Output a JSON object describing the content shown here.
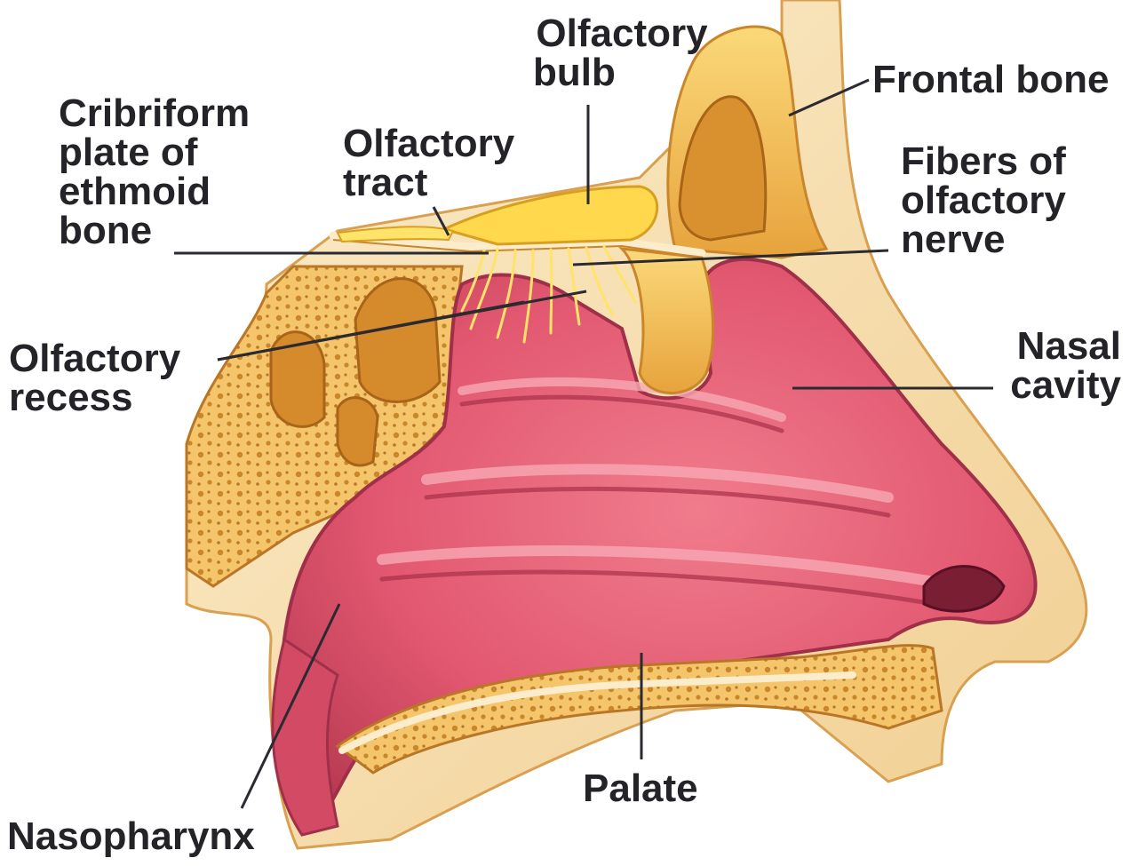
{
  "title": "",
  "labels": {
    "olfactory_bulb": [
      "Olfactory",
      "bulb"
    ],
    "frontal_bone": [
      "Frontal bone"
    ],
    "cribriform_plate": [
      "Cribriform",
      "plate of",
      "ethmoid",
      "bone"
    ],
    "olfactory_tract": [
      "Olfactory",
      "tract"
    ],
    "fibers_olfactory_nerve": [
      "Fibers of",
      "olfactory",
      "nerve"
    ],
    "olfactory_recess": [
      "Olfactory",
      "recess"
    ],
    "nasal_cavity": [
      "Nasal",
      "cavity"
    ],
    "palate": [
      "Palate"
    ],
    "nasopharynx": [
      "Nasopharynx"
    ]
  },
  "colors": {
    "label_text": "#232328",
    "leader_line": "#2a2a30",
    "mucosa": "#e25870",
    "mucosa_light": "#f07c8c",
    "mucosa_dark": "#b83a52",
    "bone": "#f0b648",
    "bone_light": "#fbd97a",
    "bone_dark": "#c9862a",
    "skin": "#f8e4b8",
    "nerve": "#ffe36a"
  }
}
